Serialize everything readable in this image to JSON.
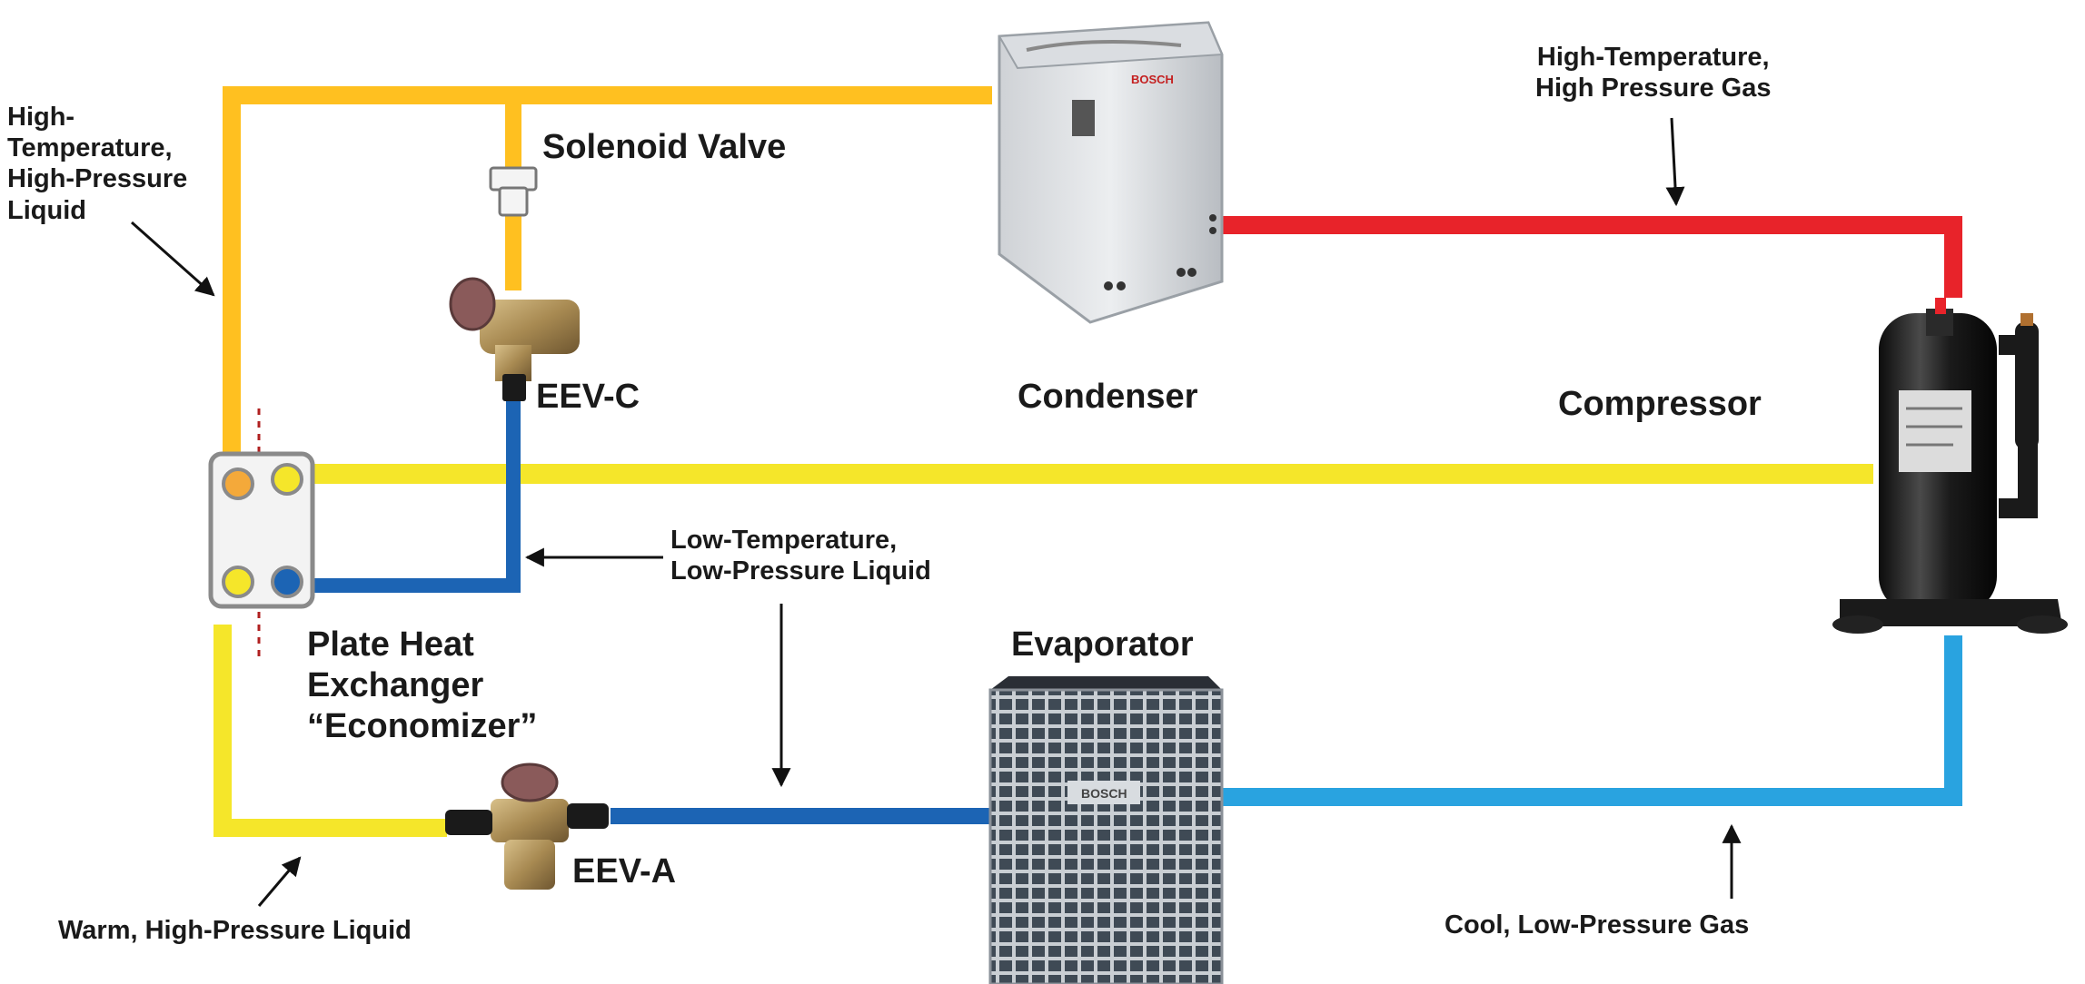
{
  "title_fragment": "",
  "colors": {
    "high_pressure_liquid": "#ffc020",
    "high_pressure_gas": "#e8232a",
    "warm_liquid_vapor": "#f5e62a",
    "low_pressure_liquid": "#1c64b4",
    "low_pressure_gas": "#29a3e0",
    "title_accent": "#2a9d6f"
  },
  "components": {
    "solenoid_valve": "Solenoid Valve",
    "eev_c": "EEV-C",
    "condenser": "Condenser",
    "compressor": "Compressor",
    "plate_hx": [
      "Plate Heat",
      "Exchanger",
      "“Economizer”"
    ],
    "evaporator": "Evaporator",
    "eev_a": "EEV-A"
  },
  "annotations": {
    "high_temp_liquid": [
      "High-",
      "Temperature,",
      "High-Pressure",
      "Liquid"
    ],
    "high_temp_gas": [
      "High-Temperature,",
      "High Pressure Gas"
    ],
    "low_temp_liquid": [
      "Low-Temperature,",
      "Low-Pressure Liquid"
    ],
    "warm_liquid": "Warm, High-Pressure Liquid",
    "cool_gas": "Cool, Low-Pressure Gas"
  },
  "brand_marks": {
    "condenser_badge": "BOSCH",
    "evaporator_badge": "BOSCH"
  },
  "icons": [
    "condenser-unit-icon",
    "compressor-icon",
    "evaporator-unit-icon",
    "solenoid-valve-icon",
    "expansion-valve-icon",
    "plate-heat-exchanger-icon",
    "arrow-icon"
  ]
}
